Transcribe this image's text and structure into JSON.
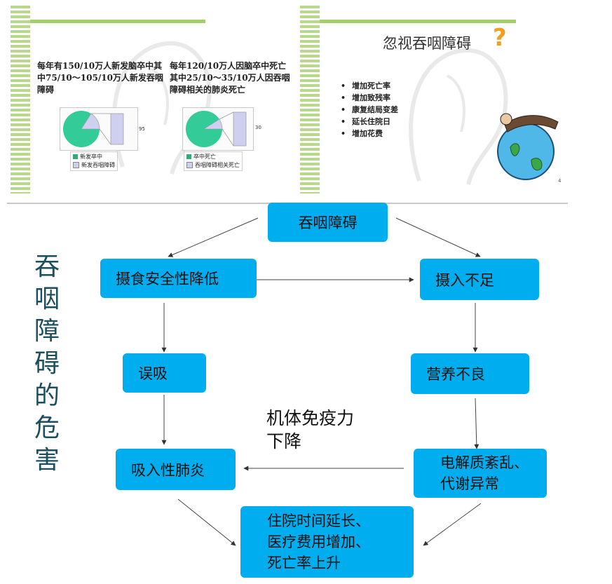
{
  "slide1": {
    "left_text": "每年有150/10万人新发脑卒中其中75/10～105/10万人新发吞咽障碍",
    "right_text": "每年120/10万人因脑卒中死亡其中25/10～35/10万人因吞咽障碍相关的肺炎死亡",
    "left_legend": [
      "新发卒中",
      "新发吞咽障碍"
    ],
    "right_legend": [
      "卒中死亡",
      "吞咽障碍相关死亡"
    ],
    "left_bar_label": "95",
    "right_bar_label": "30"
  },
  "slide2": {
    "title": "忽视吞咽障碍",
    "question_mark": "?",
    "bullets": [
      "增加死亡率",
      "增加致残率",
      "康复结局变差",
      "延长住院日",
      "增加花费"
    ],
    "page_number": "4"
  },
  "diagram": {
    "title": "吞咽障碍的危害",
    "nodes": {
      "dysphagia": "吞咽障碍",
      "safety": "摄食安全性降低",
      "intake": "摄入不足",
      "aspiration": "误吸",
      "malnutrition": "营养不良",
      "pneumonia": "吸入性肺炎",
      "electrolyte_line1": "电解质紊乱、",
      "electrolyte_line2": "代谢异常",
      "outcome_line1": "住院时间延长、",
      "outcome_line2": "医疗费用增加、",
      "outcome_line3": "死亡率上升"
    },
    "note_line1": "机体免疫力",
    "note_line2": "下降",
    "node_color": "#00aeef",
    "title_color": "#1c4f5e"
  }
}
